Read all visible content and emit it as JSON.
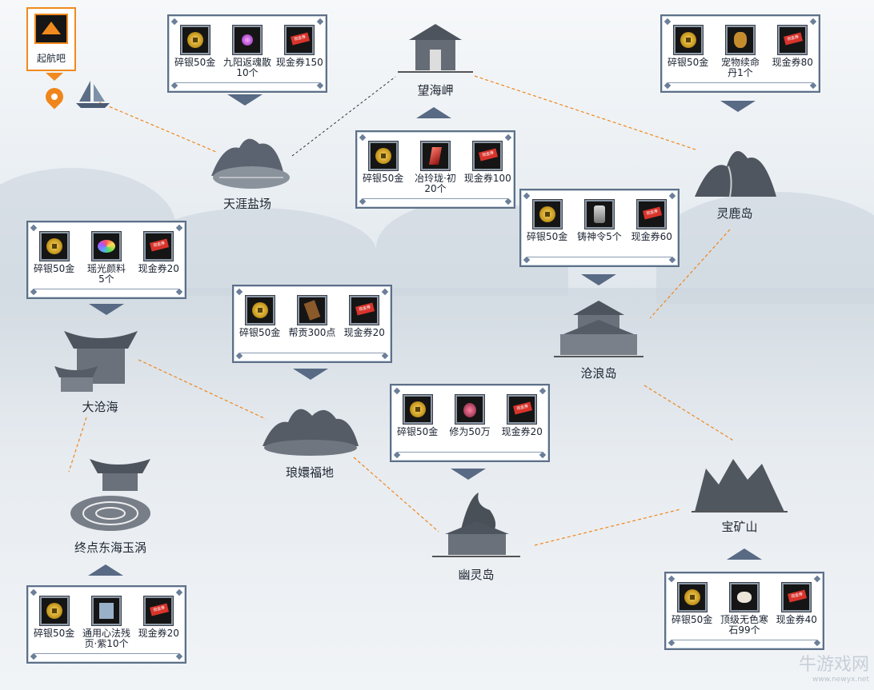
{
  "start": {
    "label": "起航吧"
  },
  "panels": {
    "tianya": [
      {
        "icon": "coin",
        "label": "碎银50金"
      },
      {
        "icon": "gem",
        "label": "九阳返魂散",
        "label2": "10个"
      },
      {
        "icon": "ticket",
        "label": "现金券150"
      }
    ],
    "wanghai": [
      {
        "icon": "coin",
        "label": "碎银50金"
      },
      {
        "icon": "shard",
        "label": "冶玲珑·初",
        "label2": "20个"
      },
      {
        "icon": "ticket",
        "label": "现金券100"
      }
    ],
    "linglu": [
      {
        "icon": "coin",
        "label": "碎银50金"
      },
      {
        "icon": "bag",
        "label": "宠物续命",
        "label2": "丹1个"
      },
      {
        "icon": "ticket",
        "label": "现金券80"
      }
    ],
    "canglang": [
      {
        "icon": "coin",
        "label": "碎银50金"
      },
      {
        "icon": "token",
        "label": "铸神令5个"
      },
      {
        "icon": "ticket",
        "label": "现金券60"
      }
    ],
    "dacang": [
      {
        "icon": "coin",
        "label": "碎银50金"
      },
      {
        "icon": "paint",
        "label": "瑶光颜料",
        "label2": "5个"
      },
      {
        "icon": "ticket",
        "label": "现金券20"
      }
    ],
    "langhuan": [
      {
        "icon": "coin",
        "label": "碎银50金"
      },
      {
        "icon": "wood",
        "label": "帮贡300点"
      },
      {
        "icon": "ticket",
        "label": "现金券20"
      }
    ],
    "youling": [
      {
        "icon": "coin",
        "label": "碎银50金"
      },
      {
        "icon": "potion",
        "label": "修为50万"
      },
      {
        "icon": "ticket",
        "label": "现金券20"
      }
    ],
    "zhongdian": [
      {
        "icon": "coin",
        "label": "碎银50金"
      },
      {
        "icon": "scroll",
        "label": "通用心法残",
        "label2": "页·紫10个"
      },
      {
        "icon": "ticket",
        "label": "现金券20"
      }
    ],
    "baokuang": [
      {
        "icon": "coin",
        "label": "碎银50金"
      },
      {
        "icon": "stone",
        "label": "顶级无色寒",
        "label2": "石99个"
      },
      {
        "icon": "ticket",
        "label": "现金券40"
      }
    ]
  },
  "locations": {
    "tianya": "天涯盐场",
    "wanghai": "望海岬",
    "linglu": "灵鹿岛",
    "canglang": "沧浪岛",
    "dacang": "大沧海",
    "langhuan": "琅嬛福地",
    "youling": "幽灵岛",
    "zhongdian": "终点东海玉涡",
    "baokuang": "宝矿山"
  },
  "watermark": {
    "name": "牛游戏网",
    "url": "www.newyx.net"
  },
  "colors": {
    "route": "#f0861b",
    "panel_border": "#5d7088",
    "accent": "#f08a1e"
  }
}
